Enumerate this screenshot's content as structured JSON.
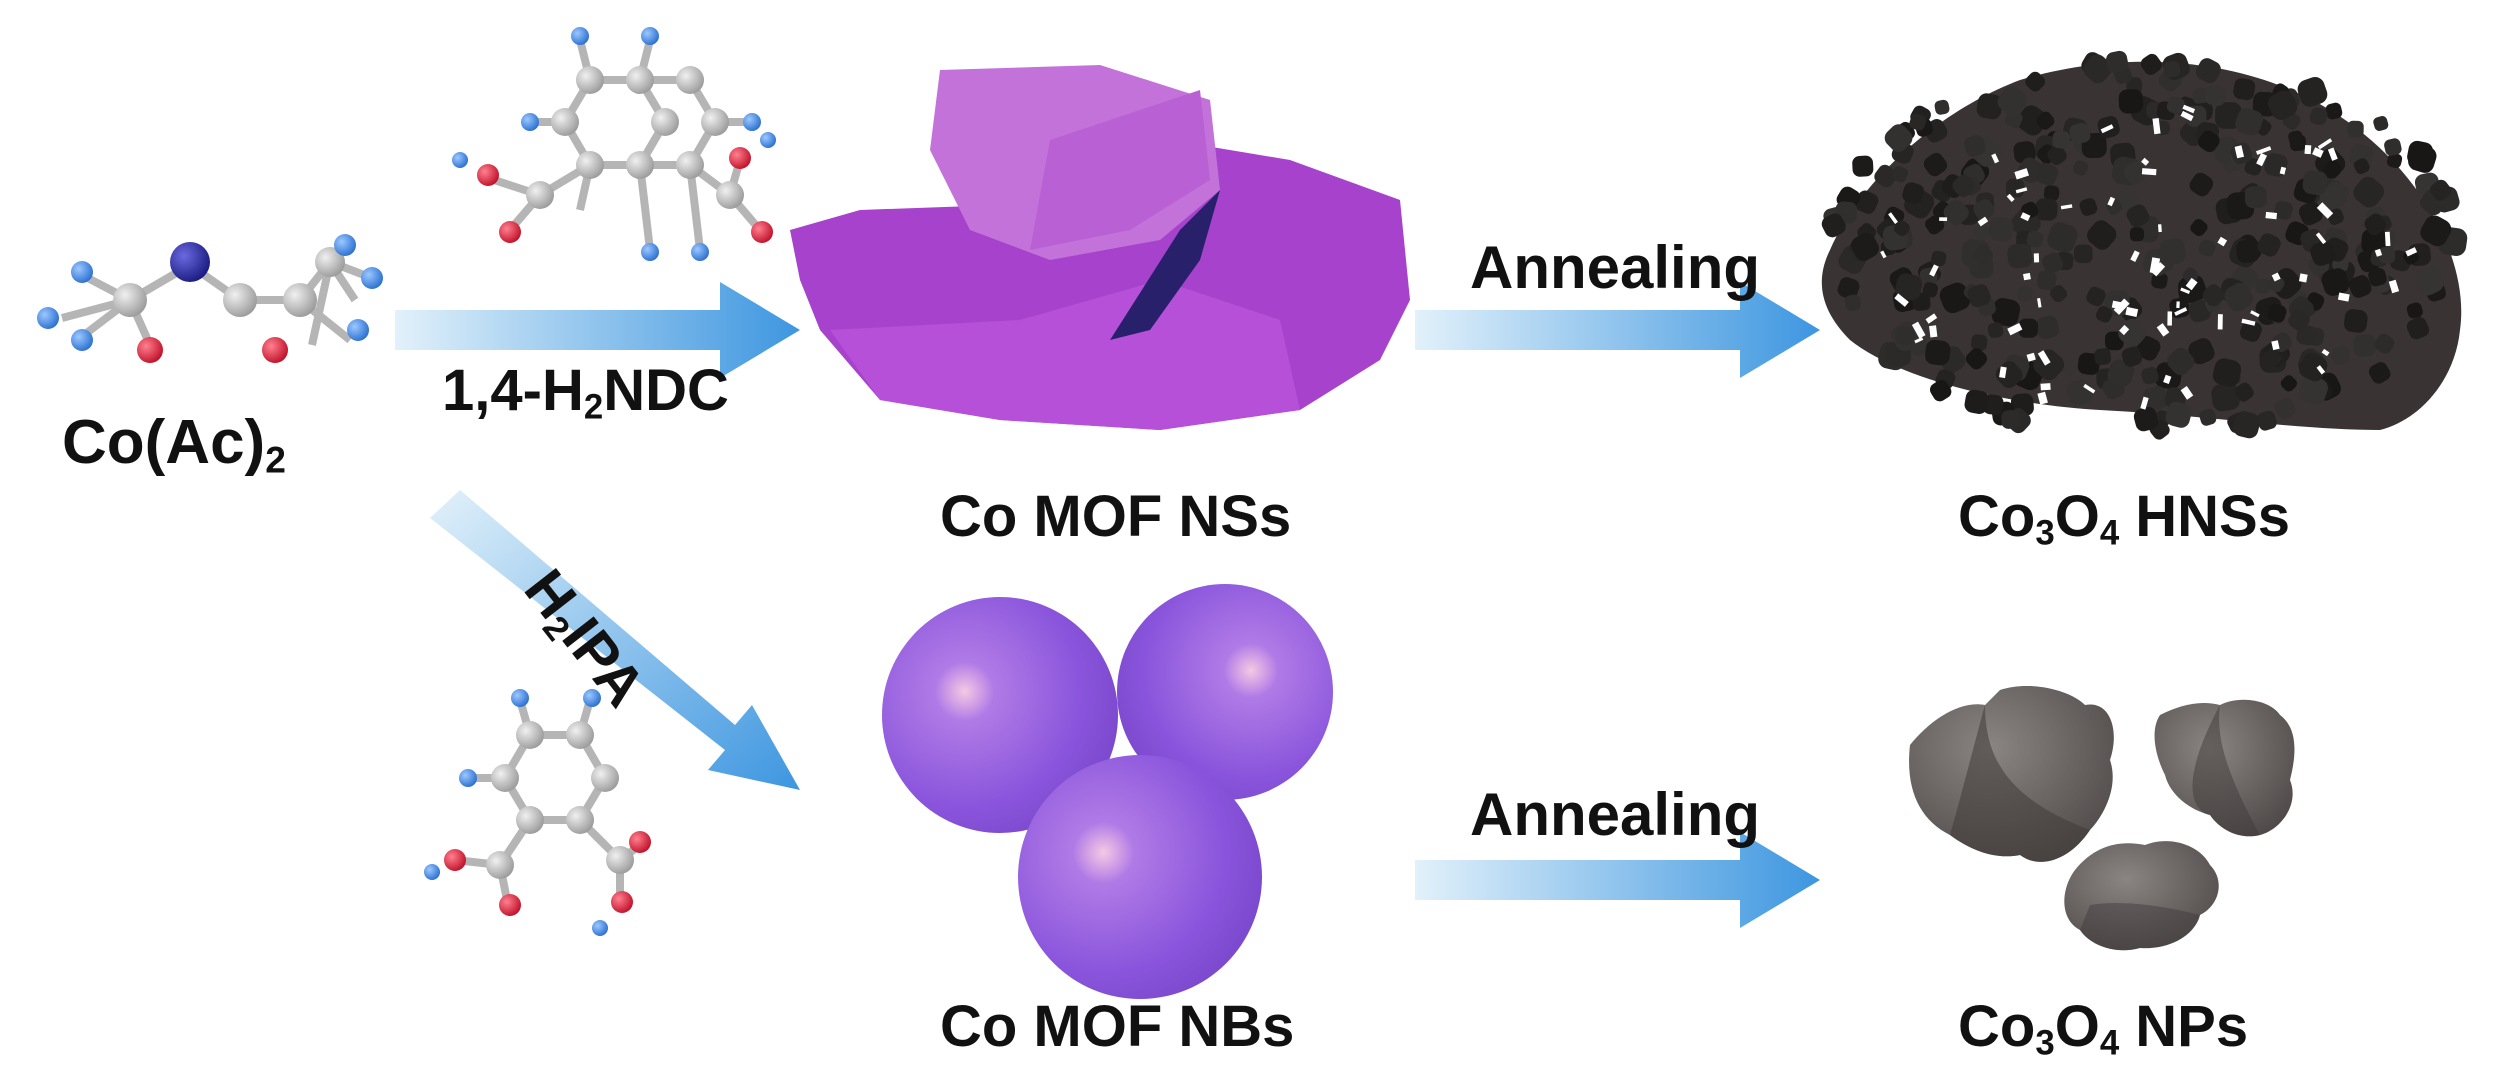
{
  "labels": {
    "reactant": {
      "main": "Co(Ac)",
      "sub": "2"
    },
    "ligand_top": {
      "pre": "1,4-H",
      "sub": "2",
      "post": "NDC"
    },
    "ligand_bottom": {
      "pre": "H",
      "sub": "2",
      "post": "IPA"
    },
    "product_top": "Co MOF NSs",
    "product_bottom": "Co MOF NBs",
    "step_top": "Annealing",
    "step_bottom": "Annealing",
    "final_top": {
      "pre": "Co",
      "sub1": "3",
      "mid": "O",
      "sub2": "4",
      "post": " HNSs"
    },
    "final_bottom": {
      "pre": "Co",
      "sub1": "3",
      "mid": "O",
      "sub2": "4",
      "post": " NPs"
    }
  },
  "colors": {
    "arrow_start": "#d6ecf8",
    "arrow_end": "#4a9ee2",
    "carbon": "#b8b8b8",
    "oxygen": "#d8203a",
    "hydrogen": "#3a86e0",
    "cobalt": "#2a2a9a",
    "nanosheet": "#b14fd6",
    "nanoball": "#9460e0",
    "oxide_dark": "#2b2525",
    "oxide_grey": "#6e6866"
  },
  "icons": [
    "cobalt-acetate-molecule",
    "ndc-molecule",
    "ipa-molecule"
  ]
}
